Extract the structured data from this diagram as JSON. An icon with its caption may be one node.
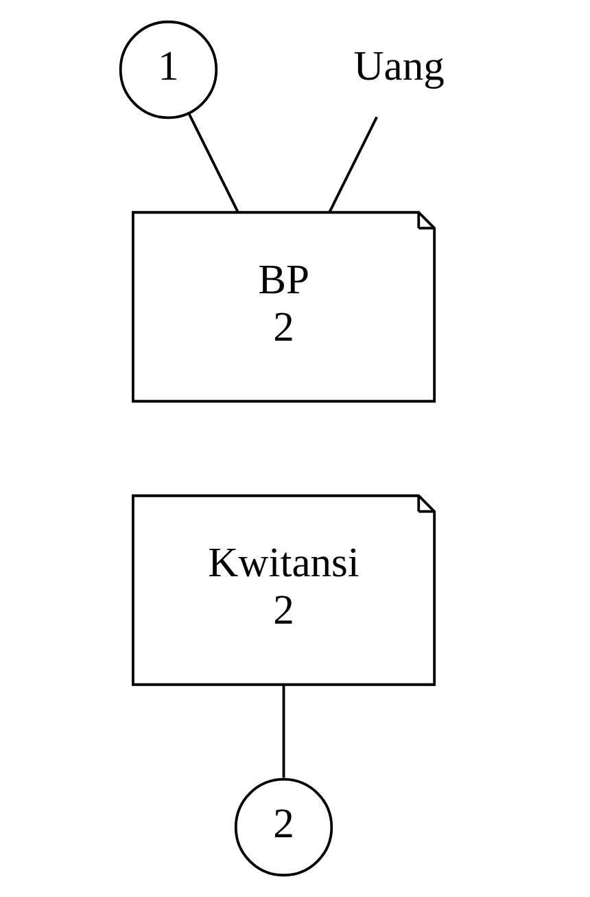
{
  "diagram": {
    "nodes": [
      {
        "text": [
          "1"
        ]
      },
      {
        "text": [
          "BP",
          "2"
        ]
      },
      {
        "text": [
          "Kwitansi",
          "2"
        ]
      },
      {
        "text": [
          "2"
        ]
      },
      {
        "text": [
          "Uang"
        ]
      }
    ],
    "edges": [
      {
        "from": 0,
        "to": 1,
        "arrow": "none"
      },
      {
        "from": 4,
        "to": 1,
        "arrow": "none"
      },
      {
        "from": 2,
        "to": 3,
        "arrow": "none"
      }
    ]
  }
}
